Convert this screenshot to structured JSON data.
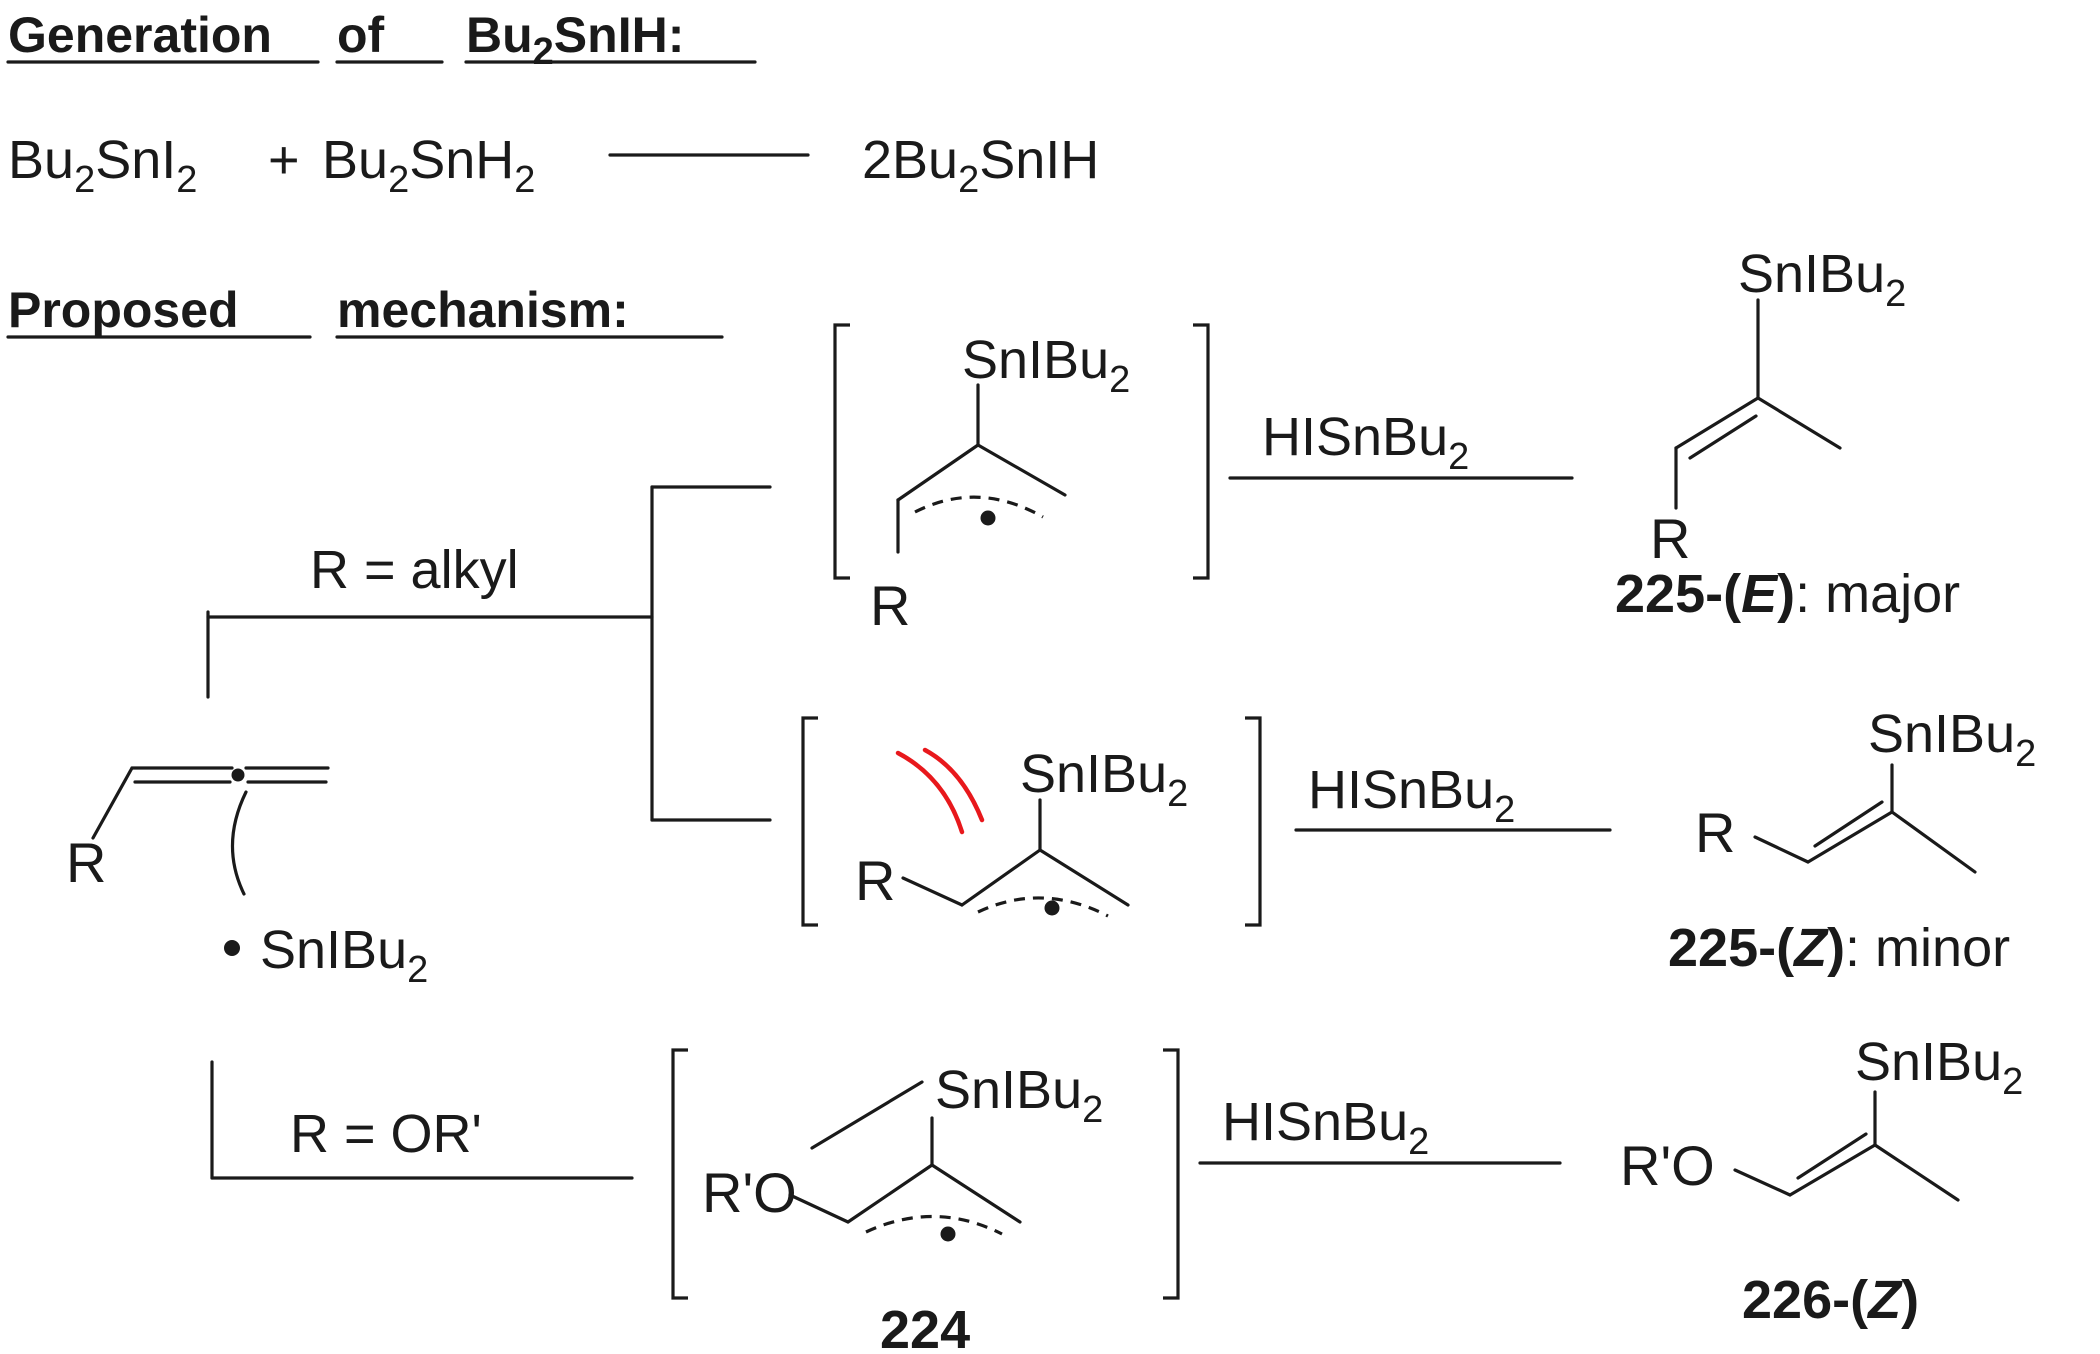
{
  "header_generation": {
    "w1": "Generation",
    "w2": "of",
    "w3a": "Bu",
    "w3sub": "2",
    "w3b": "SnIH:"
  },
  "header_mechanism": {
    "w1": "Proposed",
    "w2": "mechanism:"
  },
  "eq1": {
    "r1a": "Bu",
    "r1s1": "2",
    "r1b": "SnI",
    "r1s2": "2",
    "plus": "+",
    "r2a": "Bu",
    "r2s1": "2",
    "r2b": "SnH",
    "r2s2": "2",
    "p1a": "2Bu",
    "p1s": "2",
    "p1b": "SnIH"
  },
  "stannyl": {
    "main": "SnIBu",
    "sub": "2"
  },
  "reagent": {
    "main": "HISnBu",
    "sub": "2"
  },
  "substituents": {
    "r": "R",
    "ro": "R'O"
  },
  "conditions": {
    "alkyl": "R = alkyl",
    "oalkyl": "R = OR'"
  },
  "radical": {
    "main": "SnIBu",
    "sub": "2"
  },
  "compounds": {
    "c225e": {
      "num": "225-(",
      "iso": "E",
      "close": ")",
      "rest": ": major"
    },
    "c225z": {
      "num": "225-(",
      "iso": "Z",
      "close": ")",
      "rest": ": minor"
    },
    "c226z": {
      "num": "226-(",
      "iso": "Z",
      "close": ")"
    },
    "c224": {
      "num": "224"
    }
  },
  "colors": {
    "ink": "#1a1a1a",
    "steric_clash": "#e8181c"
  }
}
